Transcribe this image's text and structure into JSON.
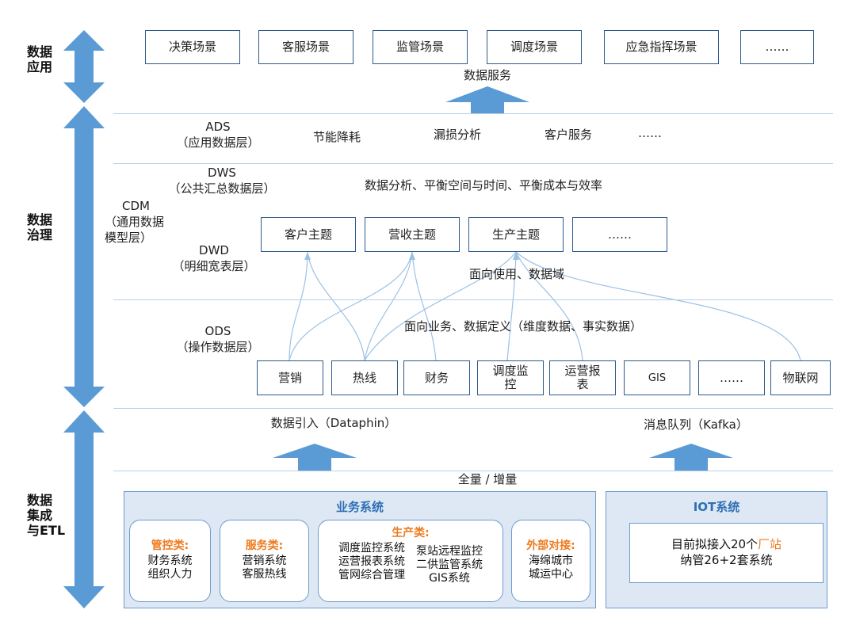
{
  "side_labels": {
    "application": [
      "数据",
      "应用"
    ],
    "governance": [
      "数据",
      "治理"
    ],
    "integration": [
      "数据",
      "集成",
      "与ETL"
    ]
  },
  "scenarios": [
    "决策场景",
    "客服场景",
    "监管场景",
    "调度场景",
    "应急指挥场景",
    "……"
  ],
  "data_service_label": "数据服务",
  "ads": {
    "name": "ADS",
    "desc": "（应用数据层）",
    "items": [
      "节能降耗",
      "漏损分析",
      "客户服务",
      "……"
    ]
  },
  "dws": {
    "name": "DWS",
    "desc": "（公共汇总数据层）",
    "text": "数据分析、平衡空间与时间、平衡成本与效率"
  },
  "cdm": [
    "CDM",
    "（通用数据",
    "模型层）"
  ],
  "dwd": {
    "name": "DWD",
    "desc": "（明细宽表层）",
    "topics": [
      "客户主题",
      "营收主题",
      "生产主题",
      "……"
    ],
    "note": "面向使用、数据域"
  },
  "ods": {
    "name": "ODS",
    "desc": "（操作数据层）",
    "note": "面向业务、数据定义（维度数据、事实数据）",
    "sources": [
      "营销",
      "热线",
      "财务",
      "调度监控",
      "运营报表",
      "GIS",
      "……",
      "物联网"
    ]
  },
  "ingest": {
    "left": "数据引入（Dataphin）",
    "right": "消息队列（Kafka）",
    "mode": "全量 / 增量"
  },
  "business": {
    "title": "业务系统",
    "groups": [
      {
        "category": "管控类:",
        "items": [
          "财务系统",
          "组织人力"
        ]
      },
      {
        "category": "服务类:",
        "items": [
          "营销系统",
          "客服热线"
        ]
      },
      {
        "category": "生产类:",
        "col1": [
          "调度监控系统",
          "运营报表系统",
          "管网综合管理"
        ],
        "col2": [
          "泵站远程监控",
          "二供监管系统",
          "GIS系统"
        ]
      },
      {
        "category": "外部对接:",
        "items": [
          "海绵城市",
          "城运中心"
        ]
      }
    ]
  },
  "iot": {
    "title": "IOT系统",
    "line1_prefix": "目前拟接入20个",
    "line1_highlight": "厂站",
    "line2": "纳管26+2套系统"
  },
  "colors": {
    "arrow": "#5b9bd5",
    "box_border": "#2e5a8a",
    "panel_bg": "#dde8f4",
    "title_blue": "#2f6fb5",
    "category_orange": "#ee7a1e",
    "connector": "#9cc1e6"
  }
}
